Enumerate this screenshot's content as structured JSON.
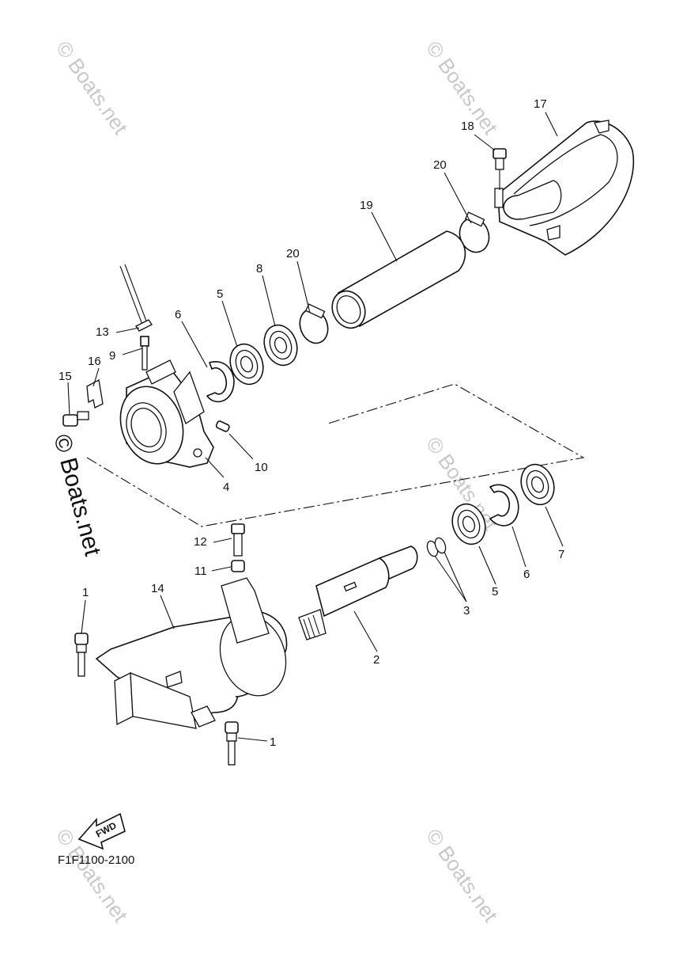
{
  "watermark": {
    "text": "© Boats.net",
    "side_text": "© Boats.net"
  },
  "diagram": {
    "code": "F1F1100-2100",
    "fwd_label": "FWD",
    "callouts": {
      "c1a": "1",
      "c1b": "1",
      "c2": "2",
      "c3": "3",
      "c4": "4",
      "c5a": "5",
      "c5b": "5",
      "c6a": "6",
      "c6b": "6",
      "c7": "7",
      "c8": "8",
      "c9": "9",
      "c10": "10",
      "c11": "11",
      "c12": "12",
      "c13": "13",
      "c14": "14",
      "c15": "15",
      "c16": "16",
      "c17": "17",
      "c18": "18",
      "c19": "19",
      "c20a": "20",
      "c20b": "20"
    }
  }
}
